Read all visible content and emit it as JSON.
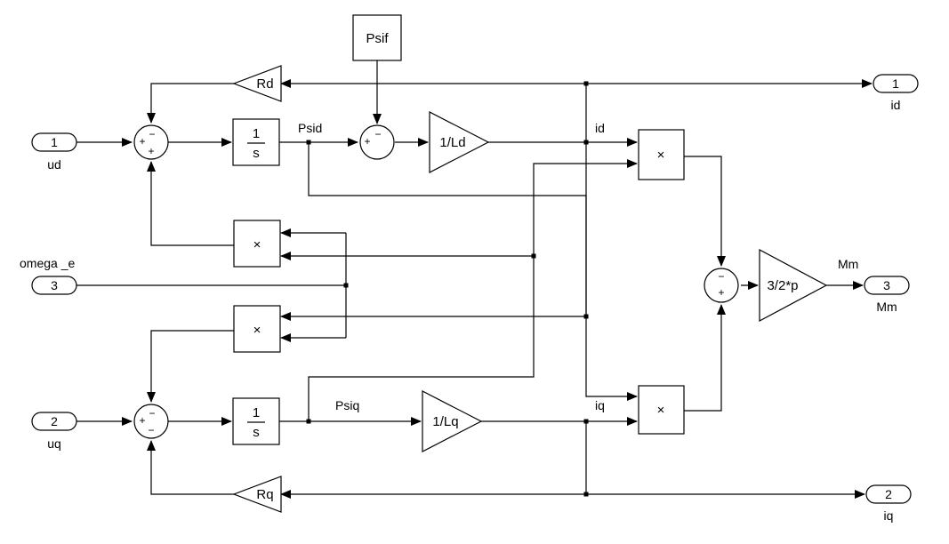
{
  "ports": {
    "in_ud": {
      "number": "1",
      "name": "ud"
    },
    "in_omega": {
      "number": "3",
      "name": "omega _e"
    },
    "in_uq": {
      "number": "2",
      "name": "uq"
    },
    "out_id": {
      "number": "1",
      "name": "id"
    },
    "out_mm": {
      "number": "3",
      "name": "Mm"
    },
    "out_iq": {
      "number": "2",
      "name": "iq"
    }
  },
  "blocks": {
    "psif": "Psif",
    "gain_rd": "Rd",
    "gain_rq": "Rq",
    "gain_1_ld": "1/Ld",
    "gain_1_lq": "1/Lq",
    "gain_torque": "3/2*p",
    "integrator_num": "1",
    "integrator_den": "s",
    "product_symbol": "×"
  },
  "signals": {
    "psid": "Psid",
    "psiq": "Psiq",
    "id": "id",
    "iq": "iq",
    "mm": "Mm"
  },
  "sum_signs": {
    "sum_d": [
      "+",
      "−",
      "+"
    ],
    "sum_psif": [
      "+",
      "−"
    ],
    "sum_q": [
      "+",
      "−",
      "−"
    ],
    "sum_torque": [
      "−",
      "+"
    ]
  }
}
